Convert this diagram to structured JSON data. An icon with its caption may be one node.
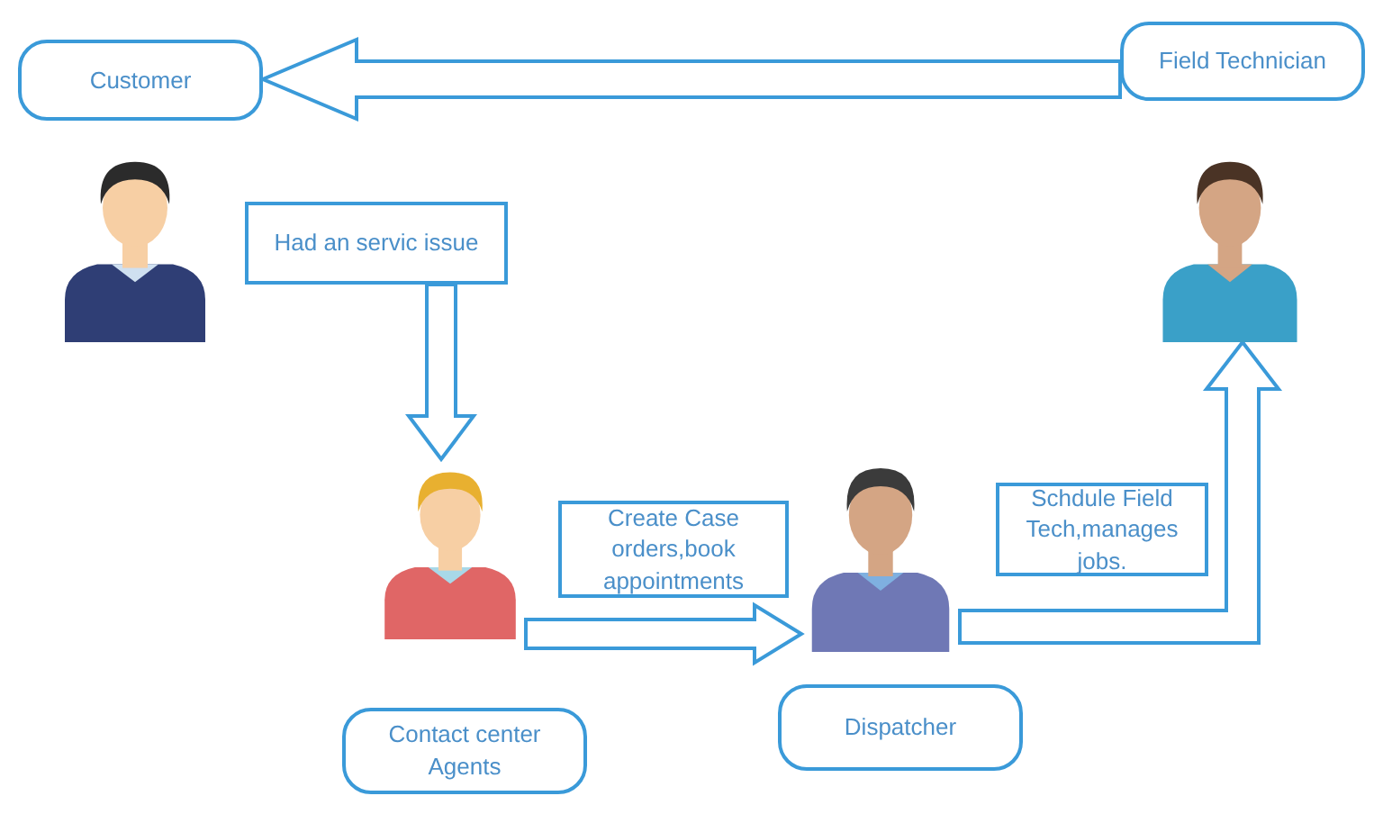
{
  "diagram": {
    "nodes": [
      {
        "text": [
          "Customer"
        ]
      },
      {
        "text": [
          "Field Technician"
        ]
      },
      {
        "text": [],
        "shape": "person"
      },
      {
        "text": [],
        "shape": "person"
      },
      {
        "text": [
          "Had an servic issue"
        ]
      },
      {
        "text": [],
        "shape": "person"
      },
      {
        "text": [
          "Create Case orders,book appointments"
        ]
      },
      {
        "text": [],
        "shape": "person"
      },
      {
        "text": [
          "Schdule Field Tech,manages jobs."
        ]
      },
      {
        "text": [
          "Contact center Agents"
        ]
      },
      {
        "text": [
          "Dispatcher"
        ]
      }
    ],
    "edges": [
      {
        "from": 1,
        "to": 0,
        "arrow": "to"
      },
      {
        "from": 4,
        "to": 5,
        "arrow": "to"
      },
      {
        "from": 5,
        "to": 7,
        "arrow": "to"
      },
      {
        "from": 7,
        "to": 3,
        "arrow": "to"
      }
    ]
  }
}
